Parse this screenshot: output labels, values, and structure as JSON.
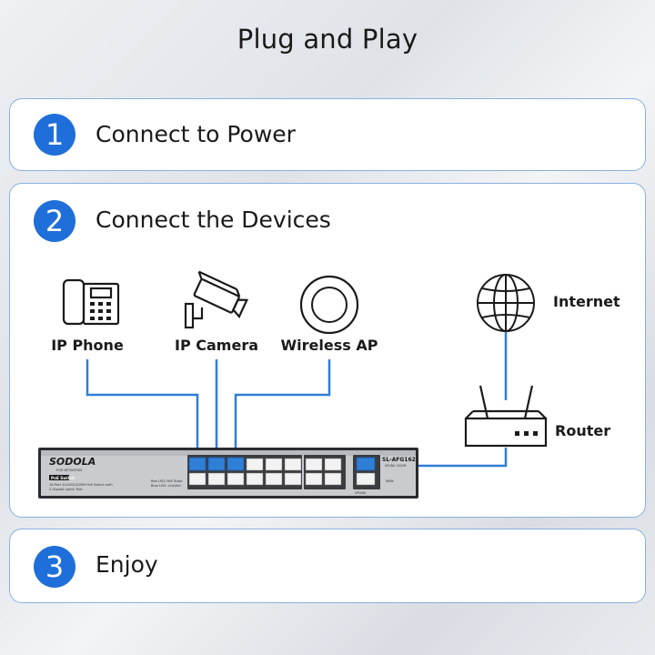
{
  "title": "Plug and Play",
  "steps": [
    {
      "number": "1",
      "label": "Connect to Power"
    },
    {
      "number": "2",
      "label": "Connect the Devices"
    },
    {
      "number": "3",
      "label": "Enjoy"
    }
  ],
  "devices": {
    "ip_phone": "IP Phone",
    "ip_camera": "IP Camera",
    "wireless_ap": "Wireless AP",
    "internet": "Internet",
    "router": "Router"
  },
  "switch": {
    "brand": "SODOLA",
    "brand_sub": "POE NETWORKS",
    "badge": "PoE Switch",
    "desc_line1": "16-Port 10/100/1000M PoE Switch with",
    "desc_line2": "2 Gigabit uplink Port",
    "led_line1": "Red LED: PoE State",
    "led_line2": "Blue LED: Link/Act",
    "model": "SL-AFG162",
    "model_sub": "UPLINK 1000M",
    "wan_label": "WAN",
    "uplink_label": "UPLINK"
  },
  "icons": {
    "phone": "desk-phone-icon",
    "camera": "security-camera-icon",
    "ap": "wireless-ap-icon",
    "globe": "globe-icon",
    "router": "router-icon"
  },
  "colors": {
    "accent": "#1e6fd9",
    "cable": "#2f7fd6",
    "card_border": "#8ab0dd"
  }
}
